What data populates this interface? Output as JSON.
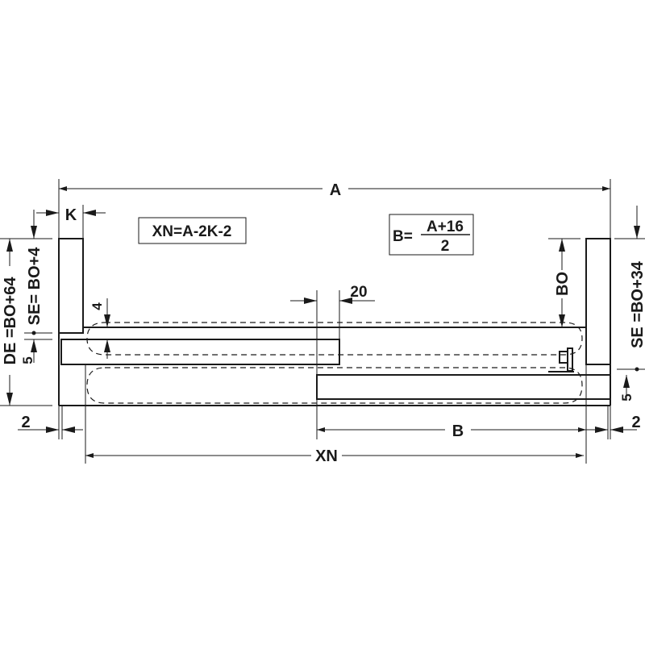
{
  "diagram": {
    "dimensions": {
      "A": "A",
      "K": "K",
      "XN": "XN",
      "B": "B",
      "BO": "BO",
      "twenty": "20",
      "four": "4",
      "two_left": "2",
      "two_right": "2",
      "five_left": "5",
      "five_right": "5",
      "DE": "DE =BO+64",
      "SE_left": "SE= BO+4",
      "SE_right": "SE =BO+34"
    },
    "formulas": {
      "xn": "XN=A-2K-2",
      "b_prefix": "B=",
      "b_numerator": "A+16",
      "b_denominator": "2"
    }
  }
}
